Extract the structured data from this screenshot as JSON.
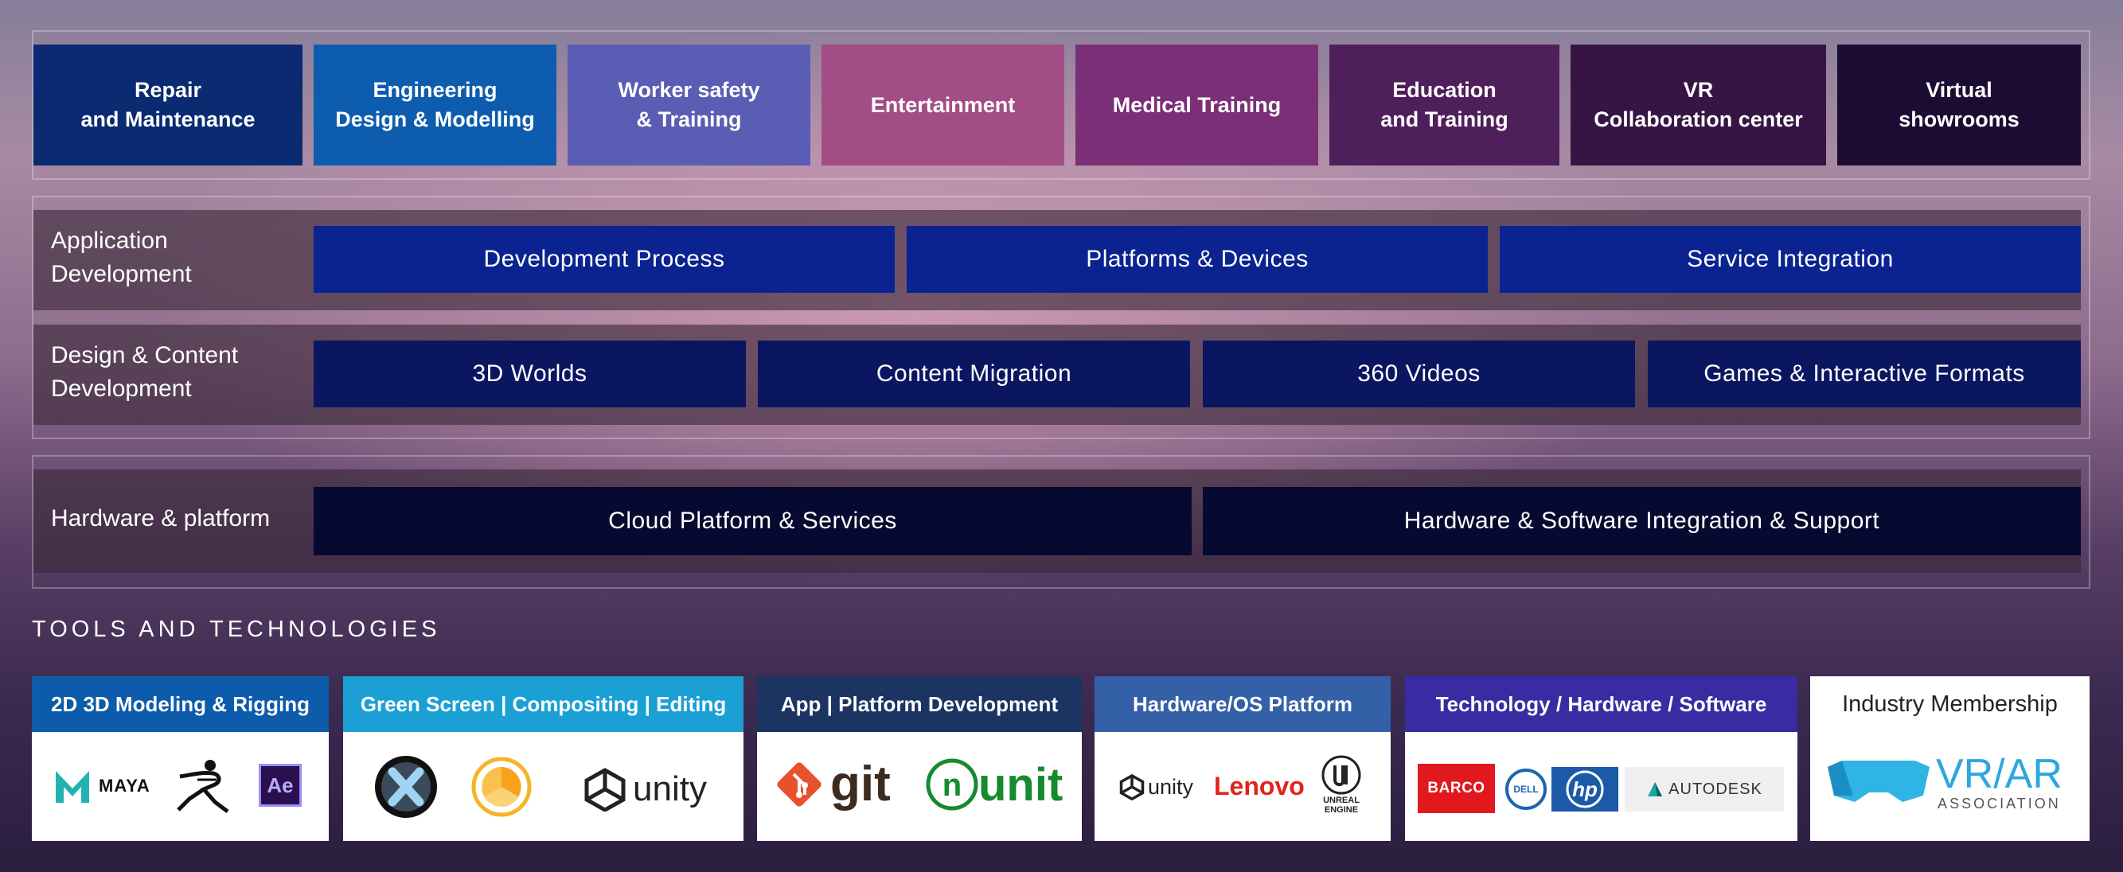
{
  "industries": [
    {
      "label": "Repair\nand Maintenance",
      "color": "#0a2a72"
    },
    {
      "label": "Engineering\nDesign & Modelling",
      "color": "#0d5cad"
    },
    {
      "label": "Worker safety\n& Training",
      "color": "#5b5cb4"
    },
    {
      "label": "Entertainment",
      "color": "#a34d86"
    },
    {
      "label": "Medical Training",
      "color": "#7a2f76"
    },
    {
      "label": "Education\nand Training",
      "color": "#4f1f5b"
    },
    {
      "label": "VR\nCollaboration center",
      "color": "#361545"
    },
    {
      "label": "Virtual\nshowrooms",
      "color": "#1c0c33"
    }
  ],
  "rows": [
    {
      "label": "Application\nDevelopment",
      "cells": [
        "Development  Process",
        "Platforms & Devices",
        "Service Integration"
      ],
      "cell_color": "#0a2390"
    },
    {
      "label": "Design & Content\nDevelopment",
      "cells": [
        "3D Worlds",
        "Content Migration",
        "360 Videos",
        "Games & Interactive Formats"
      ],
      "cell_color": "#0b1661"
    },
    {
      "label": "Hardware & platform",
      "cells": [
        "Cloud Platform & Services",
        "Hardware & Software Integration & Support"
      ],
      "cell_color": "#060a30"
    }
  ],
  "tools_title": "TOOLS AND TECHNOLOGIES",
  "tool_cards": [
    {
      "title": "2D 3D Modeling & Rigging",
      "color": "#0d5bab",
      "logos": [
        "maya-logo",
        "zbrush-logo",
        "after-effects-logo"
      ],
      "texts": [
        "MAYA",
        "Ae"
      ]
    },
    {
      "title": "Green Screen | Compositing | Editing",
      "color": "#1ba0d6",
      "logos": [
        "x-logo",
        "nuke-logo",
        "unity-logo"
      ],
      "texts": [
        "unity"
      ]
    },
    {
      "title": "App | Platform Development",
      "color": "#1c3462",
      "logos": [
        "git-logo",
        "nunit-logo"
      ],
      "texts": [
        "git",
        "unit"
      ]
    },
    {
      "title": "Hardware/OS Platform",
      "color": "#3460a8",
      "logos": [
        "unity-logo",
        "lenovo-logo",
        "unreal-engine-logo"
      ],
      "texts": [
        "unity",
        "Lenovo",
        "UNREAL\nENGINE"
      ]
    },
    {
      "title": "Technology / Hardware / Software",
      "color": "#3a2ba2",
      "logos": [
        "barco-logo",
        "dell-logo",
        "hp-logo",
        "autodesk-logo"
      ],
      "texts": [
        "BARCO",
        "DELL",
        "hp",
        "AUTODESK"
      ]
    },
    {
      "title": "Industry Membership",
      "color": "#ffffff",
      "title_color": "#222222",
      "logos": [
        "vr-ar-association-logo"
      ],
      "texts": [
        "VR/AR",
        "ASSOCIATION"
      ]
    }
  ]
}
